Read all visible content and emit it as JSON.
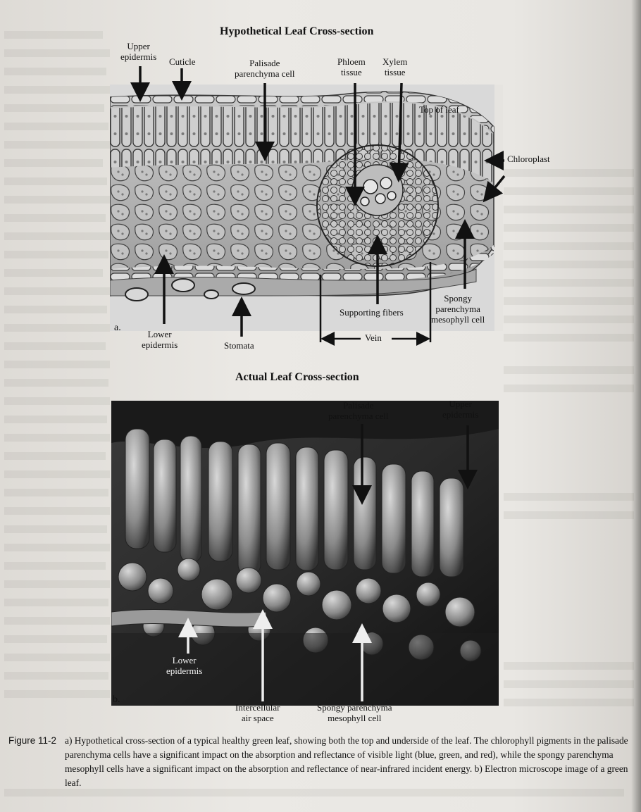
{
  "figure_a": {
    "title": "Hypothetical Leaf Cross-section",
    "letter": "a.",
    "labels": {
      "upper_epidermis": "Upper\nepidermis",
      "cuticle": "Cuticle",
      "palisade": "Palisade\nparenchyma cell",
      "phloem": "Phloem\ntissue",
      "xylem": "Xylem\ntissue",
      "top_of_leaf": "Top of leaf",
      "chloroplast": "Chloroplast",
      "lower_epidermis": "Lower\nepidermis",
      "stomata": "Stomata",
      "supporting_fibers": "Supporting fibers",
      "vein": "Vein",
      "spongy": "Spongy\nparenchyma\nmesophyll cell"
    }
  },
  "figure_b": {
    "title": "Actual Leaf Cross-section",
    "letter": "b.",
    "labels": {
      "palisade": "Palisade\nparenchyma cell",
      "upper_epidermis": "Upper\nepidermis",
      "lower_epidermis": "Lower\nepidermis",
      "intercellular": "Intercellular\nair space",
      "spongy": "Spongy parenchyma\nmesophyll cell"
    }
  },
  "caption": {
    "number": "Figure 11-2",
    "text": "a) Hypothetical cross-section of a typical healthy green leaf, showing both the top and underside of the leaf. The chlorophyll pigments in the palisade parenchyma cells have a significant impact on the absorption and reflectance of visible light (blue, green, and red), while the spongy parenchyma mesophyll cells have a significant impact on the absorption and reflectance of near-infrared incident energy. b) Electron microscope image of a green leaf."
  }
}
